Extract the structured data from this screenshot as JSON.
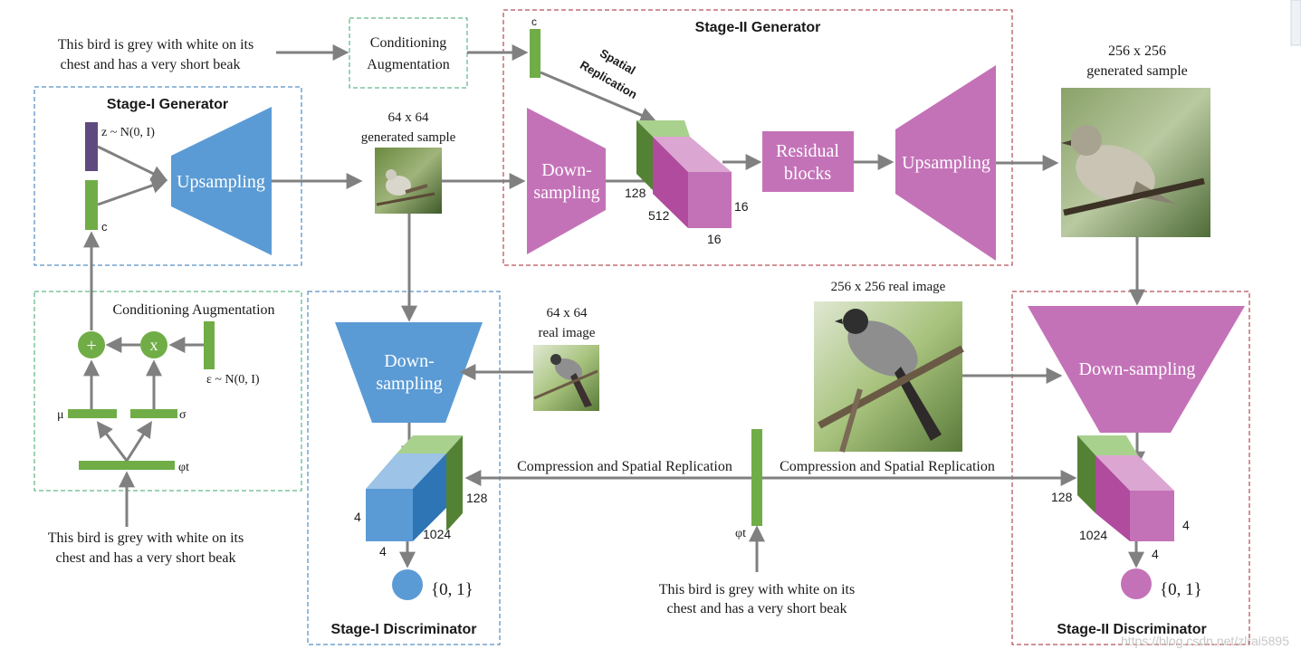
{
  "captions": {
    "caption_top": [
      "This bird is grey with white on its",
      "chest and has a very short beak"
    ],
    "caption_left": [
      "This bird is grey with white on its",
      "chest and has a very short beak"
    ],
    "caption_bottom": [
      "This bird is grey with white on its",
      "chest and has a very short beak"
    ]
  },
  "stage1_generator": {
    "title": "Stage-I Generator",
    "z_label": "z ~ N(0, I)",
    "c_label": "c",
    "upsampling": "Upsampling"
  },
  "conditioning_aug_top": [
    "Conditioning",
    "Augmentation"
  ],
  "conditioning_aug_left": {
    "title": "Conditioning Augmentation",
    "plus": "+",
    "times": "x",
    "epsilon": "ε ~ N(0, I)",
    "mu": "μ",
    "sigma": "σ",
    "phi": "φt"
  },
  "sample64": [
    "64 x 64",
    "generated sample"
  ],
  "stage2_generator": {
    "title": "Stage-II Generator",
    "c_label": "c",
    "spatial": [
      "Spatial",
      "Replication"
    ],
    "downsampling": [
      "Down-",
      "sampling"
    ],
    "dim_128": "128",
    "dim_512": "512",
    "dim_16a": "16",
    "dim_16b": "16",
    "residual": [
      "Residual",
      "blocks"
    ],
    "upsampling": "Upsampling"
  },
  "sample256": [
    "256 x 256",
    "generated sample"
  ],
  "real64": [
    "64 x 64",
    "real image"
  ],
  "real256": "256 x 256 real image",
  "stage1_discriminator": {
    "title": "Stage-I Discriminator",
    "downsampling": [
      "Down-",
      "sampling"
    ],
    "dim_128": "128",
    "dim_4a": "4",
    "dim_4b": "4",
    "dim_1024": "1024",
    "output": "{0, 1}"
  },
  "stage2_discriminator": {
    "title": "Stage-II Discriminator",
    "downsampling": "Down-sampling",
    "dim_128": "128",
    "dim_1024": "1024",
    "dim_4a": "4",
    "dim_4b": "4",
    "output": "{0, 1}"
  },
  "compression_left": "Compression and Spatial Replication",
  "compression_right": "Compression and Spatial Replication",
  "phi_center": "φt",
  "watermark": "https://blog.csdn.net/zlrai5895",
  "colors": {
    "blue": "#5b9bd5",
    "pink": "#c472b8",
    "green": "#70ad47",
    "dark_green": "#548235",
    "purple": "#5e4a7f",
    "arrow": "#808080",
    "frame_blue": "#2e75b6",
    "frame_red": "#a3242f",
    "frame_green": "#3da56d"
  }
}
